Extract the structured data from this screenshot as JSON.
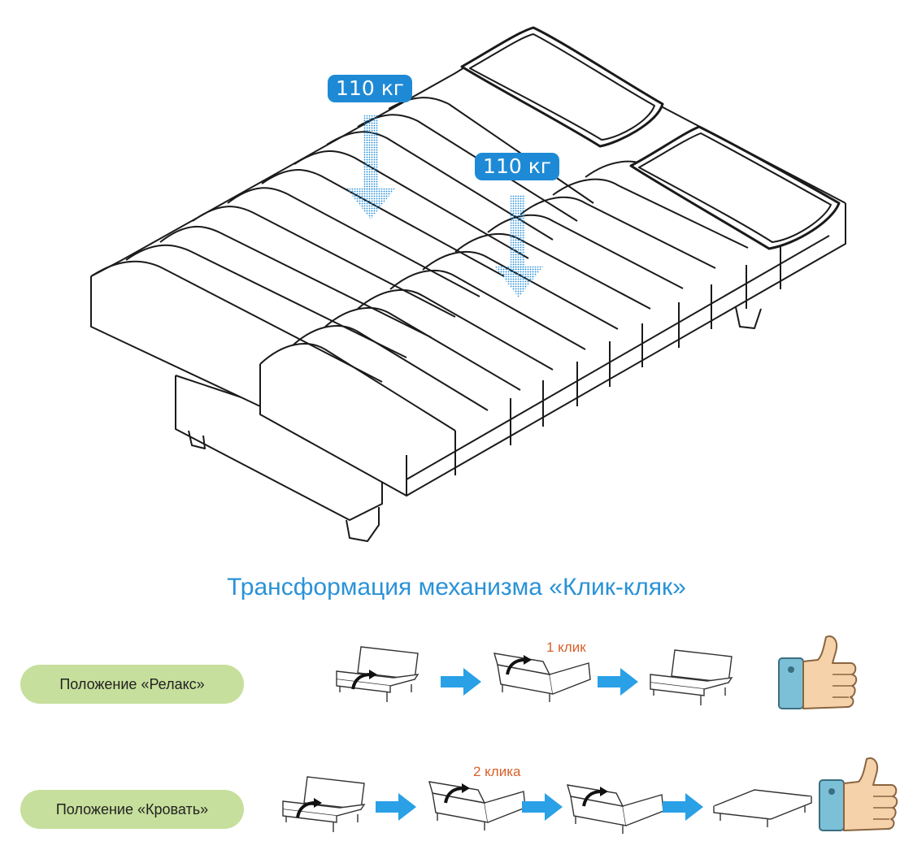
{
  "top": {
    "load_label_1": "110 кг",
    "load_label_2": "110 кг"
  },
  "title": "Трансформация механизма «Клик-кляк»",
  "rows": [
    {
      "label": "Положение «Релакс»",
      "clicks": "1 клик"
    },
    {
      "label": "Положение «Кровать»",
      "clicks": "2 клика"
    }
  ],
  "colors": {
    "accent_blue": "#1e8ad6",
    "arrow_blue": "#2aa0e6",
    "pill_green": "#c6df9c",
    "click_orange": "#d8602a",
    "thumb_skin": "#f6d2aa",
    "cuff_blue": "#7cc0d8"
  },
  "icons": [
    "arrow-right-icon",
    "thumbs-up-icon",
    "down-arrow-icon"
  ]
}
